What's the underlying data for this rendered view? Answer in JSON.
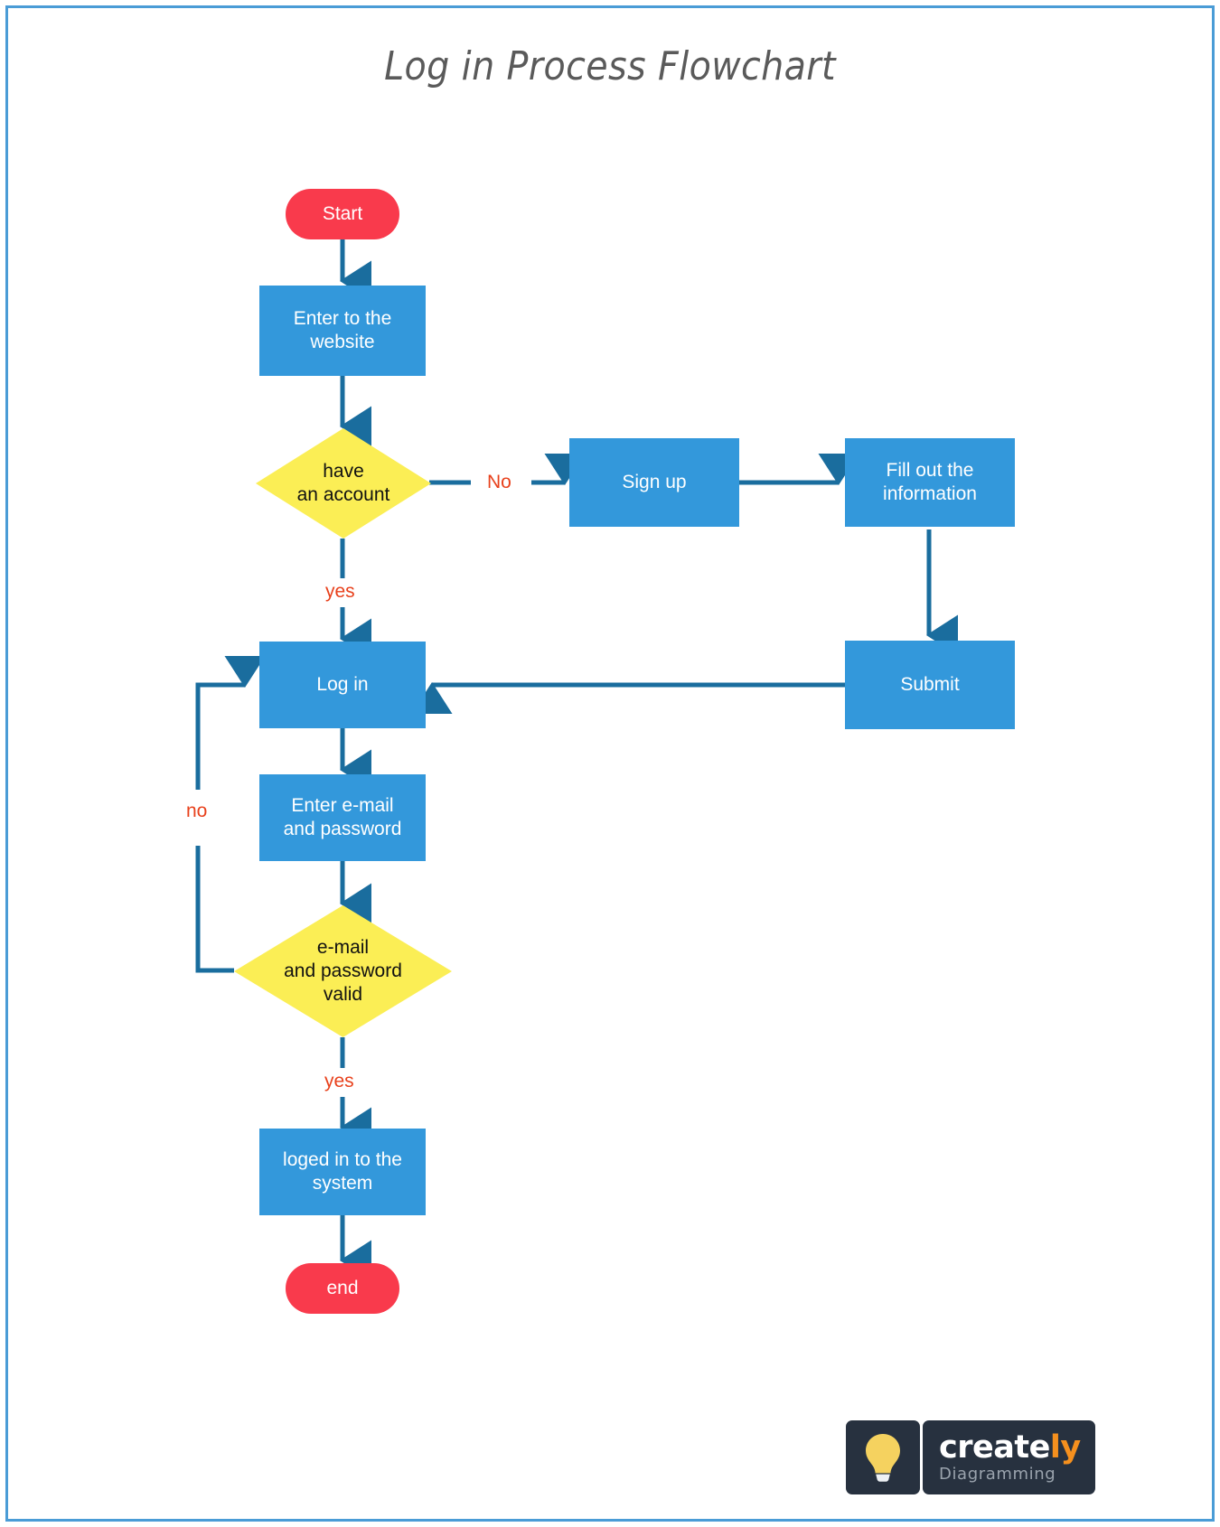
{
  "page": {
    "title": "Log in Process Flowchart",
    "border_color": "#4a9cd6",
    "background": "#ffffff"
  },
  "theme": {
    "terminator_fill": "#f93a4c",
    "terminator_text": "#ffffff",
    "process_fill": "#3398db",
    "process_text": "#ffffff",
    "decision_fill": "#fbee55",
    "decision_text": "#111111",
    "connector_color": "#1a6d9e",
    "edge_label_color": "#e8411c",
    "title_color": "#5a5a5a"
  },
  "chart_data": {
    "type": "diagram",
    "subtype": "flowchart",
    "title": "Log in Process Flowchart",
    "nodes": [
      {
        "id": "start",
        "shape": "terminator",
        "label": "Start",
        "fill": "#f93a4c"
      },
      {
        "id": "website",
        "shape": "process",
        "label": "Enter to the\nwebsite",
        "fill": "#3398db"
      },
      {
        "id": "haveacct",
        "shape": "decision",
        "label": "have\nan account",
        "fill": "#fbee55"
      },
      {
        "id": "signup",
        "shape": "process",
        "label": "Sign up",
        "fill": "#3398db"
      },
      {
        "id": "fillout",
        "shape": "process",
        "label": "Fill out the\ninformation",
        "fill": "#3398db"
      },
      {
        "id": "submit",
        "shape": "process",
        "label": "Submit",
        "fill": "#3398db"
      },
      {
        "id": "login",
        "shape": "process",
        "label": "Log in",
        "fill": "#3398db"
      },
      {
        "id": "enterpwd",
        "shape": "process",
        "label": "Enter e-mail\nand password",
        "fill": "#3398db"
      },
      {
        "id": "valid",
        "shape": "decision",
        "label": "e-mail\nand password\nvalid",
        "fill": "#fbee55"
      },
      {
        "id": "loggedin",
        "shape": "process",
        "label": "loged in to the\nsystem",
        "fill": "#3398db"
      },
      {
        "id": "end",
        "shape": "terminator",
        "label": "end",
        "fill": "#f93a4c"
      }
    ],
    "edges": [
      {
        "from": "start",
        "to": "website",
        "label": ""
      },
      {
        "from": "website",
        "to": "haveacct",
        "label": ""
      },
      {
        "from": "haveacct",
        "to": "signup",
        "label": "No"
      },
      {
        "from": "signup",
        "to": "fillout",
        "label": ""
      },
      {
        "from": "fillout",
        "to": "submit",
        "label": ""
      },
      {
        "from": "submit",
        "to": "login",
        "label": ""
      },
      {
        "from": "haveacct",
        "to": "login",
        "label": "yes"
      },
      {
        "from": "login",
        "to": "enterpwd",
        "label": ""
      },
      {
        "from": "enterpwd",
        "to": "valid",
        "label": ""
      },
      {
        "from": "valid",
        "to": "login",
        "label": "no"
      },
      {
        "from": "valid",
        "to": "loggedin",
        "label": "yes"
      },
      {
        "from": "loggedin",
        "to": "end",
        "label": ""
      }
    ]
  },
  "nodes": {
    "start": {
      "label": "Start"
    },
    "website": {
      "line1": "Enter to the",
      "line2": "website"
    },
    "haveacct": {
      "line1": "have",
      "line2": "an account"
    },
    "signup": {
      "label": "Sign up"
    },
    "fillout": {
      "line1": "Fill out the",
      "line2": "information"
    },
    "submit": {
      "label": "Submit"
    },
    "login": {
      "label": "Log in"
    },
    "enterpwd": {
      "line1": "Enter e-mail",
      "line2": "and password"
    },
    "valid": {
      "line1": "e-mail",
      "line2": "and password",
      "line3": "valid"
    },
    "loggedin": {
      "line1": "loged in to the",
      "line2": "system"
    },
    "end": {
      "label": "end"
    }
  },
  "edge_labels": {
    "no_account": "No",
    "yes_account": "yes",
    "no_invalid": "no",
    "yes_valid": "yes"
  },
  "logo": {
    "icon": "lightbulb-icon",
    "word_main": "create",
    "word_accent": "ly",
    "tagline": "Diagramming"
  }
}
